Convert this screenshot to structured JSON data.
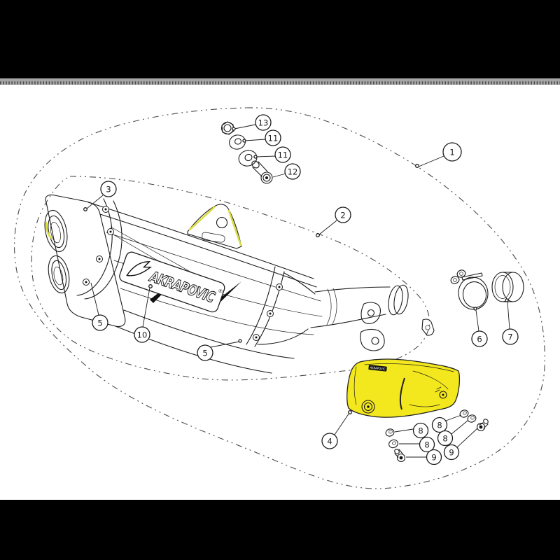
{
  "diagram": {
    "kind": "exploded-parts-diagram",
    "subject": "Akrapovic slip-on exhaust muffler kit",
    "brand": {
      "name": "AKRAPOVIC",
      "mark": "®"
    },
    "colors": {
      "background": "#ffffff",
      "letterbox_bar": "#000000",
      "film_strip": "#a6a6a6",
      "line_art": "#1b1b1b",
      "shield_highlight": "#f3e71d",
      "edge_highlight": "#d9dd3e"
    },
    "callouts": [
      {
        "number": "1",
        "part": "complete-kit-boundary"
      },
      {
        "number": "2",
        "part": "muffler-assembly-boundary"
      },
      {
        "number": "3",
        "part": "muffler-body"
      },
      {
        "number": "4",
        "part": "heat-shield"
      },
      {
        "number": "5",
        "part": "rivet-front-band"
      },
      {
        "number": "5",
        "part": "rivet-rear-band"
      },
      {
        "number": "6",
        "part": "clamp"
      },
      {
        "number": "7",
        "part": "sleeve-ring"
      },
      {
        "number": "8",
        "part": "washer-left-upper"
      },
      {
        "number": "8",
        "part": "washer-left-lower"
      },
      {
        "number": "9",
        "part": "screw-left"
      },
      {
        "number": "8",
        "part": "washer-right-upper"
      },
      {
        "number": "8",
        "part": "washer-right-lower"
      },
      {
        "number": "9",
        "part": "screw-right"
      },
      {
        "number": "10",
        "part": "logo-sticker"
      },
      {
        "number": "11",
        "part": "washer-small"
      },
      {
        "number": "11",
        "part": "washer-large"
      },
      {
        "number": "12",
        "part": "bracket-bolt"
      },
      {
        "number": "13",
        "part": "bracket-nut"
      }
    ]
  }
}
